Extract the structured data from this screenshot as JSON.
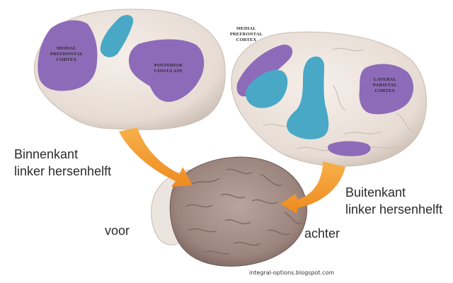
{
  "labels": {
    "inner_line1": "Binnenkant",
    "inner_line2": "linker hersenhelft",
    "outer_line1": "Buitenkant",
    "outer_line2": "linker hersenhelft",
    "front": "voor",
    "back": "achter",
    "credit": "integral-options.blogspot.com"
  },
  "regions": {
    "medial_prefrontal_inner": [
      "MEDIAL",
      "PREFRONTAL",
      "CORTEX"
    ],
    "posterior_cingulate": [
      "POSTERIOR",
      "CINGULATE"
    ],
    "medial_prefrontal_outer": [
      "MEDIAL",
      "PREFRONTAL",
      "CORTEX"
    ],
    "lateral_parietal": [
      "LATERAL",
      "PARIETAL",
      "CORTEX"
    ]
  },
  "colors": {
    "default_mode_purple": "#8e6bb8",
    "task_blue": "#49a8c6",
    "arrow_orange": "#f39a2b",
    "brain_tissue": "#ece3dc",
    "brain_center": "#a08c86"
  }
}
